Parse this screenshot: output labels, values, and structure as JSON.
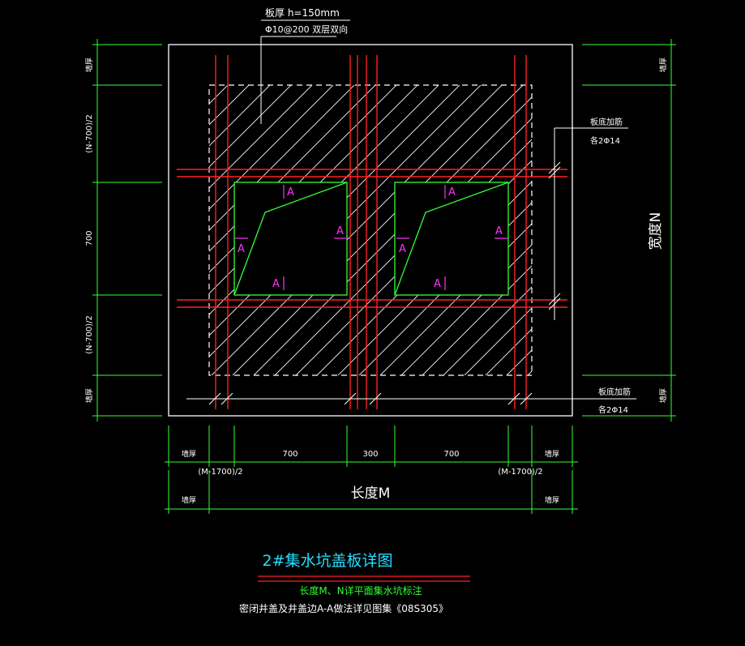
{
  "slab_note": {
    "thickness": "板厚 h=150mm",
    "rebar": "Φ10@200 双层双向"
  },
  "right_notes": {
    "reinforcement_label_top": "板底加筋",
    "reinforcement_count_top": "各2Φ14",
    "reinforcement_label_bottom": "板底加筋",
    "reinforcement_count_bottom": "各2Φ14",
    "width_label": "宽度N"
  },
  "left_dims": {
    "wall_top": "墙厚",
    "edge_top": "(N-700)/2",
    "middle": "700",
    "edge_bottom": "(N-700)/2",
    "wall_bottom": "墙厚"
  },
  "right_dims": {
    "wall_top": "墙厚",
    "wall_bottom": "墙厚"
  },
  "bottom_dims": {
    "wall_left": "墙厚",
    "seg1": "700",
    "seg2": "300",
    "seg3": "700",
    "wall_right": "墙厚",
    "edge_left": "(M-1700)/2",
    "edge_right": "(M-1700)/2",
    "wall_left2": "墙厚",
    "wall_right2": "墙厚",
    "length_label": "长度M"
  },
  "section_mark": "A",
  "title": "2#集水坑盖板详图",
  "notes": {
    "line1": "长度M、N详平面集水坑标注",
    "line2": "密闭井盖及井盖边A-A做法详见图集《08S305》"
  },
  "colors": {
    "background": "#000000",
    "outline": "#ffffff",
    "rebar": "#ff2020",
    "dimension": "#33ff33",
    "section": "#ff33ff",
    "title": "#22e0ff"
  }
}
